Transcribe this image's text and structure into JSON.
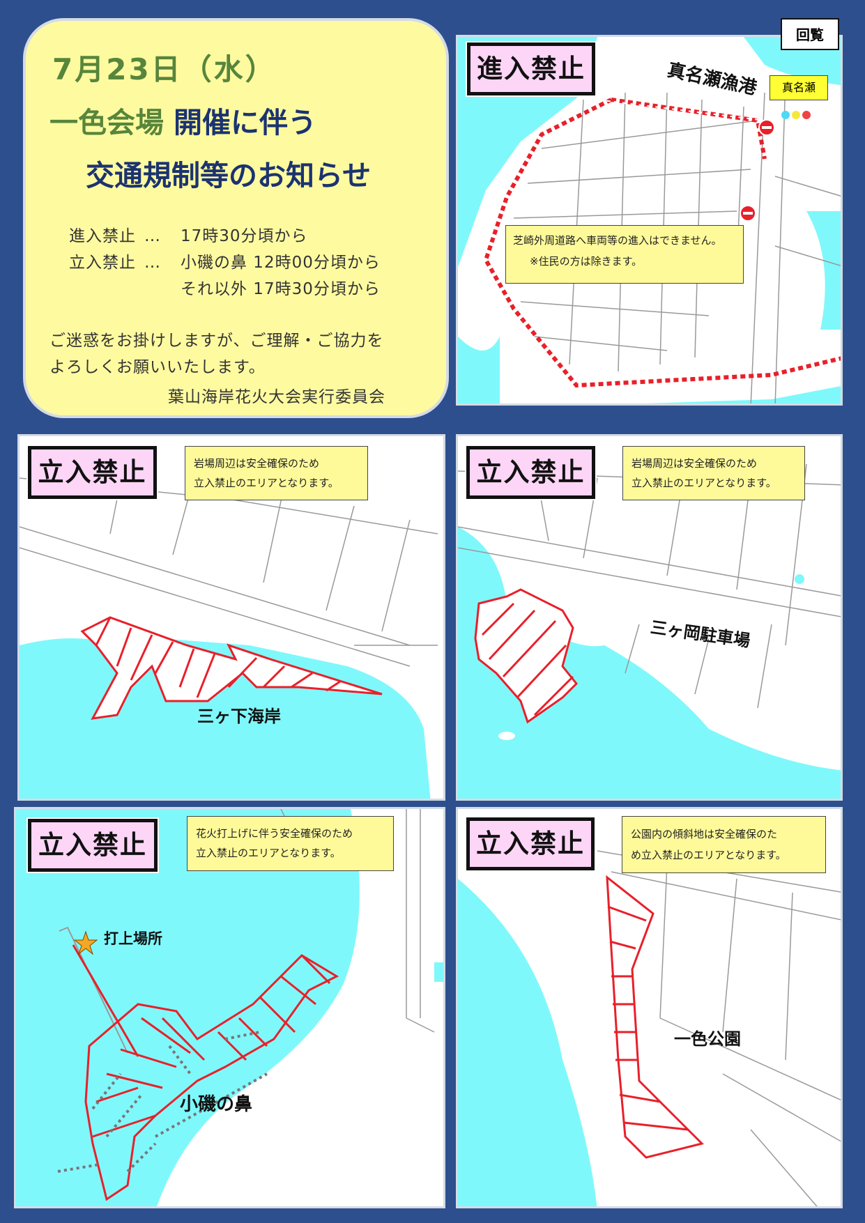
{
  "notice": {
    "date": "7月23日（水）",
    "title_part1": "一色会場",
    "title_part2": "開催に伴う",
    "title_line2": "交通規制等のお知らせ",
    "schedule": [
      {
        "label": "進入禁止",
        "sep": "…",
        "text": "17時30分頃から"
      },
      {
        "label": "立入禁止",
        "sep": "…",
        "text": "小磯の鼻  12時00分頃から"
      },
      {
        "label": "",
        "sep": "",
        "text": "それ以外  17時30分頃から"
      }
    ],
    "apology_line1": "ご迷惑をお掛けしますが、ご理解・ご協力を",
    "apology_line2": "よろしくお願いいたします。",
    "signature": "葉山海岸花火大会実行委員会"
  },
  "kairan": "回覧",
  "panel_top": {
    "title": "進入禁止",
    "note_line1": "芝崎外周道路へ車両等の進入はできません。",
    "note_line2": "※住民の方は除きます。",
    "label_port": "真名瀬漁港",
    "label_signal": "真名瀬"
  },
  "panel_left1": {
    "title": "立入禁止",
    "note_line1": "岩場周辺は安全確保のため",
    "note_line2": "立入禁止のエリアとなります。",
    "label": "三ヶ下海岸"
  },
  "panel_right1": {
    "title": "立入禁止",
    "note_line1": "岩場周辺は安全確保のため",
    "note_line2": "立入禁止のエリアとなります。",
    "label": "三ヶ岡駐車場"
  },
  "panel_left2": {
    "title": "立入禁止",
    "note_line1": "花火打上げに伴う安全確保のため",
    "note_line2": "立入禁止のエリアとなります。",
    "label_launch": "打上場所",
    "label": "小磯の鼻"
  },
  "panel_right2": {
    "title": "立入禁止",
    "note_line1": "公園内の傾斜地は安全確保のた",
    "note_line2": "め立入禁止のエリアとなります。",
    "label": "一色公園"
  },
  "colors": {
    "background": "#2d4f8e",
    "notice_bg": "#fefaa0",
    "title_green": "#57853b",
    "title_navy": "#1b3370",
    "sea": "#7ff8fb",
    "zone_red": "#e8202a",
    "title_badge": "#fdd5f7",
    "note_bg": "#fefa9a"
  }
}
